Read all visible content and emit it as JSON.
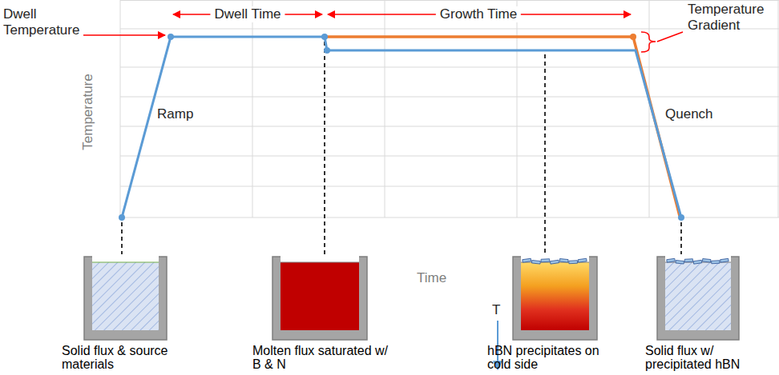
{
  "diagram": {
    "nodes": [
      {
        "text": [
          "Solid flux & source materials"
        ]
      },
      {
        "text": [
          "Molten flux saturated w/ B & N"
        ]
      },
      {
        "text": [
          "hBN precipitates on cold side"
        ]
      },
      {
        "text": [
          "Solid flux w/ precipitated hBN"
        ]
      }
    ],
    "labels": [
      "Dwell Temperature",
      "Dwell Time",
      "Growth Time",
      "Temperature Gradient",
      "Temperature",
      "Ramp",
      "Quench",
      "Time",
      "T"
    ]
  }
}
